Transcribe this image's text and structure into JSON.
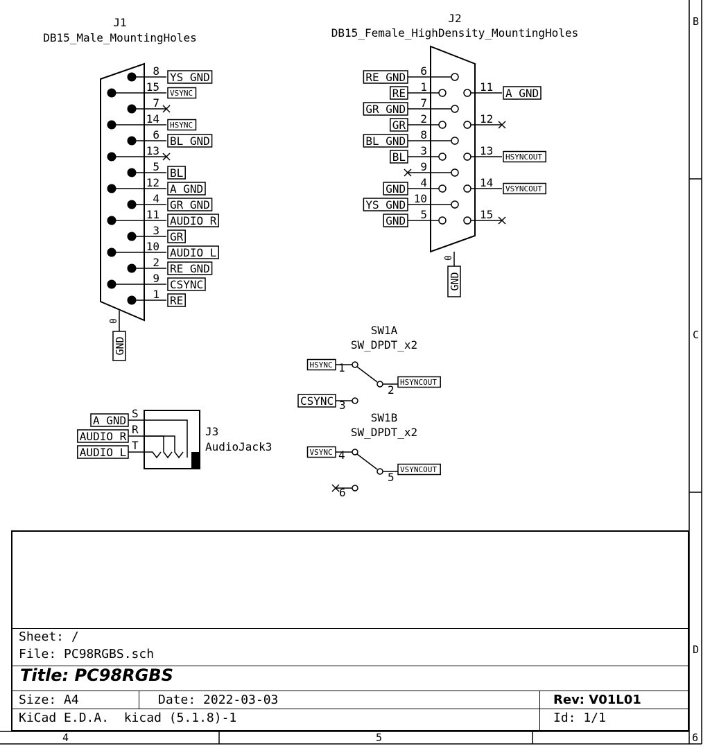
{
  "border": {
    "zones_right": [
      "B",
      "C",
      "D"
    ],
    "zones_bottom": [
      "4",
      "5",
      "6"
    ]
  },
  "j1": {
    "ref": "J1",
    "value": "DB15_Male_MountingHoles",
    "shell_pin": "0",
    "shell_net": "GND",
    "pins": [
      {
        "num": "8",
        "net": "YS_GND",
        "small": false
      },
      {
        "num": "15",
        "net": "VSYNC",
        "small": true
      },
      {
        "num": "7",
        "net": "",
        "small": false
      },
      {
        "num": "14",
        "net": "HSYNC",
        "small": true
      },
      {
        "num": "6",
        "net": "BL_GND",
        "small": false
      },
      {
        "num": "13",
        "net": "",
        "small": false
      },
      {
        "num": "5",
        "net": "BL",
        "small": false
      },
      {
        "num": "12",
        "net": "A_GND",
        "small": false
      },
      {
        "num": "4",
        "net": "GR_GND",
        "small": false
      },
      {
        "num": "11",
        "net": "AUDIO_R",
        "small": false
      },
      {
        "num": "3",
        "net": "GR",
        "small": false
      },
      {
        "num": "10",
        "net": "AUDIO_L",
        "small": false
      },
      {
        "num": "2",
        "net": "RE_GND",
        "small": false
      },
      {
        "num": "9",
        "net": "CSYNC",
        "small": false
      },
      {
        "num": "1",
        "net": "RE",
        "small": false
      }
    ]
  },
  "j2": {
    "ref": "J2",
    "value": "DB15_Female_HighDensity_MountingHoles",
    "shell_pin": "0",
    "shell_net": "GND",
    "left_pins": [
      {
        "num": "6",
        "net": "RE_GND"
      },
      {
        "num": "1",
        "net": "RE"
      },
      {
        "num": "7",
        "net": "GR_GND"
      },
      {
        "num": "2",
        "net": "GR"
      },
      {
        "num": "8",
        "net": "BL_GND"
      },
      {
        "num": "3",
        "net": "BL"
      },
      {
        "num": "9",
        "net": ""
      },
      {
        "num": "4",
        "net": "GND"
      },
      {
        "num": "10",
        "net": "YS_GND"
      },
      {
        "num": "5",
        "net": "GND"
      }
    ],
    "right_pins": [
      {
        "num": "11",
        "net": "A_GND",
        "small": false
      },
      {
        "num": "12",
        "net": "",
        "small": false
      },
      {
        "num": "13",
        "net": "HSYNCOUT",
        "small": true
      },
      {
        "num": "14",
        "net": "VSYNCOUT",
        "small": true
      },
      {
        "num": "15",
        "net": "",
        "small": false
      }
    ]
  },
  "j3": {
    "ref": "J3",
    "value": "AudioJack3",
    "pins": [
      {
        "num": "S",
        "net": "A_GND"
      },
      {
        "num": "R",
        "net": "AUDIO_R"
      },
      {
        "num": "T",
        "net": "AUDIO_L"
      }
    ]
  },
  "sw1a": {
    "ref": "SW1A",
    "value": "SW_DPDT_x2",
    "common": {
      "num": "1",
      "net": "HSYNC"
    },
    "pos_a": {
      "num": "2",
      "net": "HSYNCOUT"
    },
    "pos_b": {
      "num": "3",
      "net": "CSYNC"
    }
  },
  "sw1b": {
    "ref": "SW1B",
    "value": "SW_DPDT_x2",
    "common": {
      "num": "4",
      "net": "VSYNC"
    },
    "pos_a": {
      "num": "5",
      "net": "VSYNCOUT"
    },
    "pos_b": {
      "num": "6",
      "net": ""
    }
  },
  "title_block": {
    "sheet": "Sheet: /",
    "file": "File: PC98RGBS.sch",
    "title": "Title: PC98RGBS",
    "size": "Size: A4",
    "date": "Date: 2022-03-03",
    "rev": "Rev: V01L01",
    "tool": "KiCad E.D.A.  kicad (5.1.8)-1",
    "id": "Id: 1/1"
  }
}
